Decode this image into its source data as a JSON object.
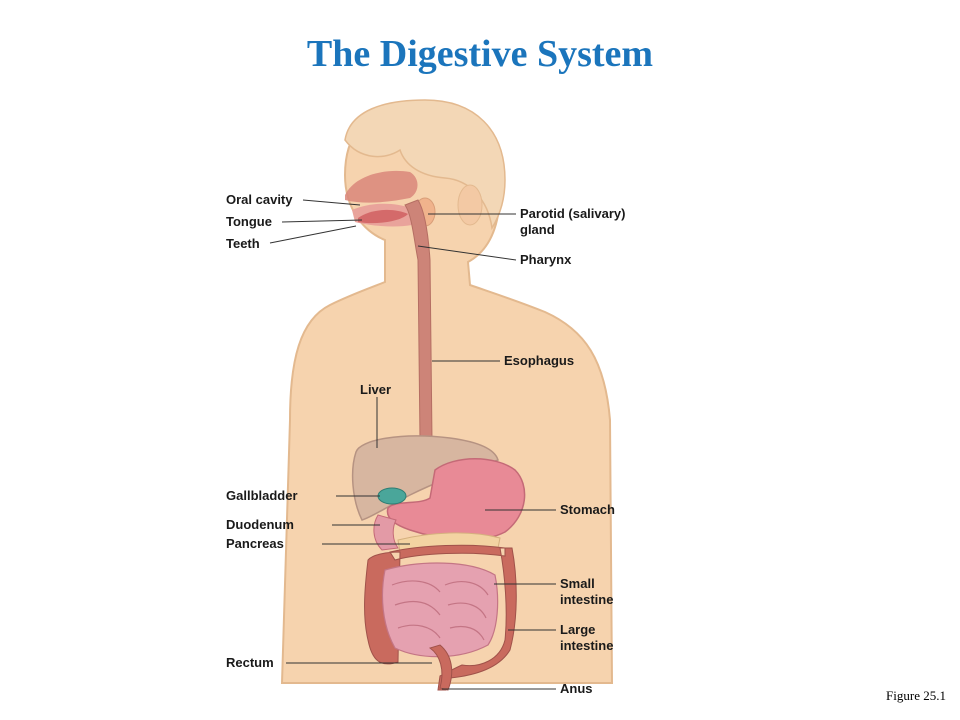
{
  "title": "The Digestive System",
  "figure_caption": "Figure 25.1",
  "labels": {
    "oral_cavity": "Oral cavity",
    "tongue": "Tongue",
    "teeth": "Teeth",
    "parotid_line1": "Parotid (salivary)",
    "parotid_line2": "gland",
    "pharynx": "Pharynx",
    "esophagus": "Esophagus",
    "liver": "Liver",
    "gallbladder": "Gallbladder",
    "stomach": "Stomach",
    "duodenum": "Duodenum",
    "pancreas": "Pancreas",
    "small_intestine_line1": "Small",
    "small_intestine_line2": "intestine",
    "large_intestine_line1": "Large",
    "large_intestine_line2": "intestine",
    "rectum": "Rectum",
    "anus": "Anus"
  },
  "colors": {
    "title": "#1b75bc",
    "skin": "#f6d3ae",
    "skin_outline": "#e3b98f",
    "hair": "#f3d7b6",
    "esophagus": "#cd8478",
    "liver": "#d7b6a0",
    "gallbladder": "#4aa69a",
    "stomach": "#e88a96",
    "intestine": "#e5a1b0",
    "large_intestine": "#c96a5e"
  }
}
